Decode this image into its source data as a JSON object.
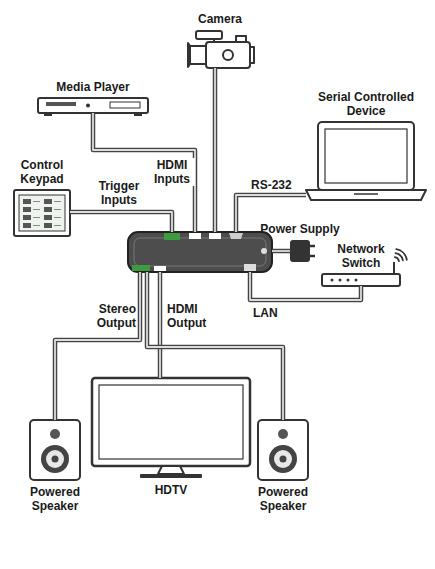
{
  "diagram": {
    "nodes": [
      {
        "text": [
          "Camera"
        ]
      },
      {
        "text": [
          "Media Player"
        ]
      },
      {
        "text": [
          "Serial Controlled Device"
        ]
      },
      {
        "text": [
          "Control Keypad"
        ]
      },
      {
        "text": []
      },
      {
        "text": [
          "Power Supply"
        ]
      },
      {
        "text": [
          "Network Switch"
        ]
      },
      {
        "text": [
          "Powered Speaker"
        ]
      },
      {
        "text": [
          "HDTV"
        ]
      },
      {
        "text": [
          "Powered Speaker"
        ]
      }
    ],
    "edges": [
      {
        "from": 1,
        "to": 4,
        "arrow": "none"
      },
      {
        "from": 0,
        "to": 4,
        "arrow": "none"
      },
      {
        "from": 3,
        "to": 4,
        "label": "Trigger Inputs",
        "arrow": "none"
      },
      {
        "from": 4,
        "to": 2,
        "label": "RS-232",
        "arrow": "none"
      },
      {
        "from": 5,
        "to": 4,
        "arrow": "none"
      },
      {
        "from": 4,
        "to": 6,
        "label": "LAN",
        "arrow": "none"
      },
      {
        "from": 4,
        "to": 7,
        "arrow": "none"
      },
      {
        "from": 4,
        "to": 8,
        "label": "HDMI Output",
        "arrow": "none"
      },
      {
        "from": 4,
        "to": 9,
        "arrow": "none"
      }
    ],
    "labels": [
      "HDMI Inputs",
      "Stereo Output"
    ]
  }
}
